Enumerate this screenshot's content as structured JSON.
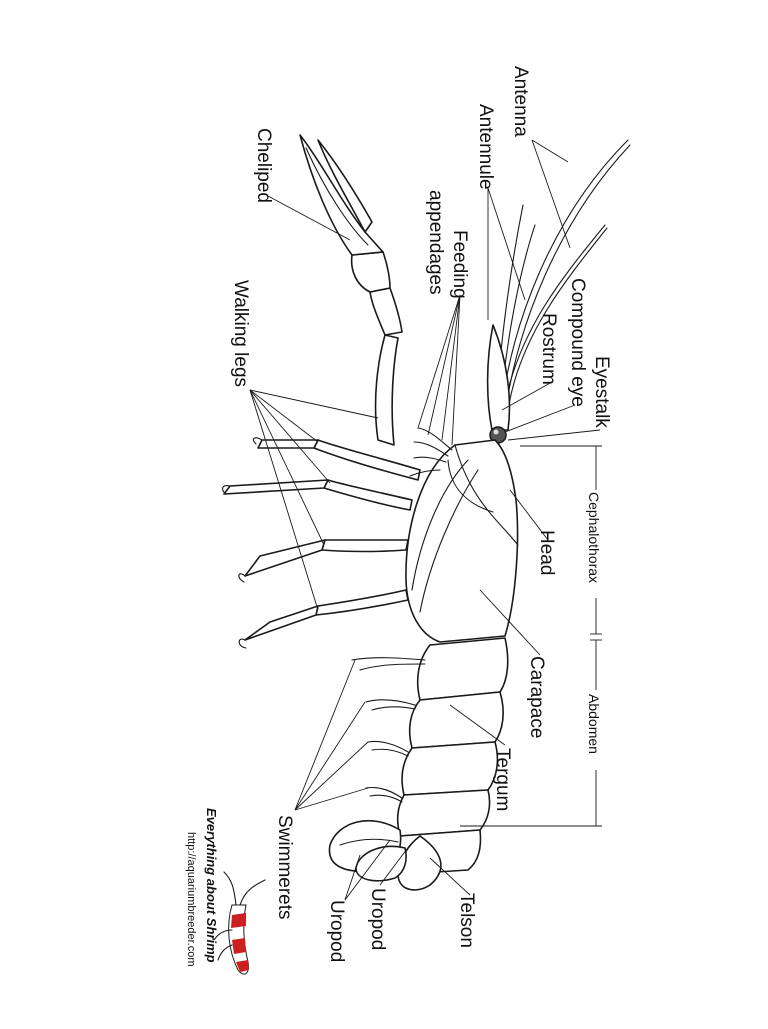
{
  "labels": {
    "antenna": "Antenna",
    "antennule": "Antennule",
    "cheliped": "Cheliped",
    "feeding_line1": "Feeding",
    "feeding_line2": "appendages",
    "compound_eye": "Compound eye",
    "rostrum": "Rostrum",
    "eyestalk": "Eyestalk",
    "walking_legs": "Walking legs",
    "head": "Head",
    "cephalothorax": "Cephalothorax",
    "carapace": "Carapace",
    "abdomen": "Abdomen",
    "tergum": "Tergum",
    "swimmerets": "Swimmerets",
    "telson": "Telson",
    "uropod_upper": "Uropod",
    "uropod_lower": "Uropod"
  },
  "credit": {
    "title": "Everything about Shrimp",
    "url": "http://aquariumbreeder.com"
  },
  "colors": {
    "line": "#1a1a1a",
    "logo_red": "#cc1f1f"
  }
}
